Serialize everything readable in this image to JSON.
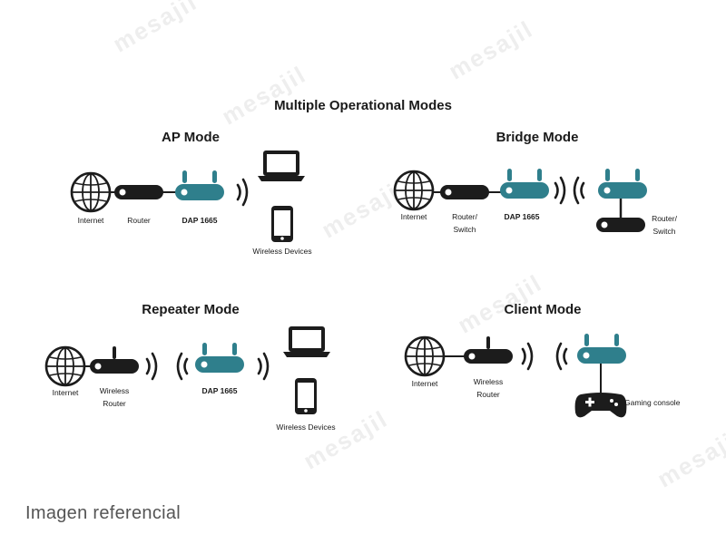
{
  "title": "Multiple Operational Modes",
  "watermark": "mesajil",
  "footer_note": "Imagen referencial",
  "colors": {
    "device_teal": "#2f7f8c",
    "device_dark": "#1c1c1c",
    "line": "#1c1c1c"
  },
  "ap": {
    "title": "AP Mode",
    "internet": "Internet",
    "router": "Router",
    "ap": "DAP 1665",
    "devices": "Wireless Devices"
  },
  "bridge": {
    "title": "Bridge Mode",
    "internet": "Internet",
    "router_line1": "Router/",
    "router_line2": "Switch",
    "ap": "DAP 1665",
    "remote_line1": "Router/",
    "remote_line2": "Switch"
  },
  "repeater": {
    "title": "Repeater Mode",
    "internet": "Internet",
    "router_line1": "Wireless",
    "router_line2": "Router",
    "ap": "DAP 1665",
    "devices": "Wireless Devices"
  },
  "client": {
    "title": "Client Mode",
    "internet": "Internet",
    "router_line1": "Wireless",
    "router_line2": "Router",
    "console": "Gaming console"
  }
}
